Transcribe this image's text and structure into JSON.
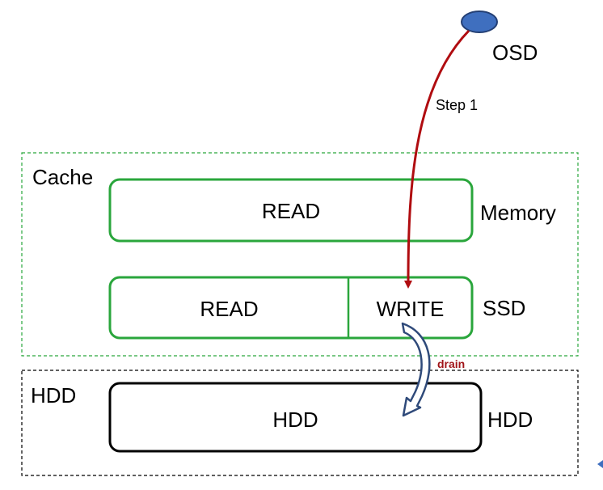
{
  "osd": {
    "label": "OSD"
  },
  "step": {
    "label": "Step 1"
  },
  "cache": {
    "label": "Cache"
  },
  "memory": {
    "box_label": "READ",
    "side_label": "Memory"
  },
  "ssd": {
    "read_label": "READ",
    "write_label": "WRITE",
    "side_label": "SSD"
  },
  "hdd": {
    "group_label": "HDD",
    "box_label": "HDD",
    "side_label": "HDD"
  },
  "drain": {
    "label": "drain"
  },
  "colors": {
    "green": "#2aa63c",
    "arrow_red": "#b00c10",
    "osd_fill": "#3f6fbf",
    "osd_stroke": "#233f74",
    "drain_arrow": "#2f4a7a",
    "black": "#000000"
  }
}
